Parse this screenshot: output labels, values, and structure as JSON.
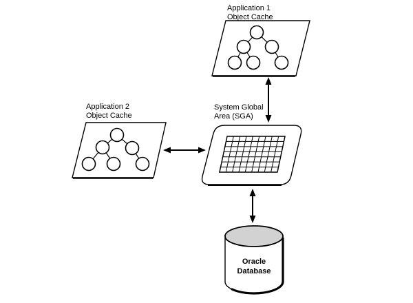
{
  "diagram": {
    "background_color": "#ffffff",
    "line_color": "#000000",
    "nodes": {
      "app1": {
        "label_line1": "Application 1",
        "label_line2": "Object Cache",
        "shape": "parallelogram",
        "contents": "object-tree of 6 circles"
      },
      "app2": {
        "label_line1": "Application 2",
        "label_line2": "Object Cache",
        "shape": "parallelogram",
        "contents": "object-tree of 6 circles"
      },
      "sga": {
        "label_line1": "System Global",
        "label_line2": "Area (SGA)",
        "shape": "rounded-parallelogram",
        "grid": {
          "columns": 9,
          "rows": 7
        }
      },
      "database": {
        "label_line1": "Oracle",
        "label_line2": "Database",
        "shape": "cylinder",
        "top_fill": "#d2d2d2"
      }
    },
    "connections": [
      {
        "from": "app1",
        "to": "sga",
        "style": "double-headed-arrow"
      },
      {
        "from": "app2",
        "to": "sga",
        "style": "double-headed-arrow"
      },
      {
        "from": "sga",
        "to": "database",
        "style": "double-headed-arrow"
      }
    ]
  }
}
